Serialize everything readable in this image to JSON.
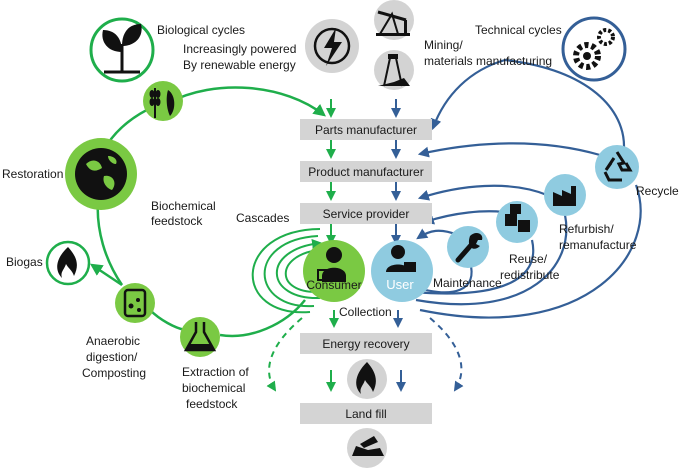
{
  "colors": {
    "green": "#1fae4b",
    "green_node": "#7ac943",
    "blue": "#345f97",
    "blue_node": "#8fcbe0",
    "gray_node": "#d3d3d3",
    "process_box": "#d4d4d4"
  },
  "labels": {
    "biological_cycles": "Biological cycles",
    "renewable_1": "Increasingly powered",
    "renewable_2": "By renewable energy",
    "technical_cycles": "Technical cycles",
    "mining_1": "Mining/",
    "mining_2": "materials manufacturing",
    "restoration": "Restoration",
    "biochemical_1": "Biochemical",
    "biochemical_2": "feedstock",
    "cascades": "Cascades",
    "biogas": "Biogas",
    "anaerobic_1": "Anaerobic",
    "anaerobic_2": "digestion/",
    "anaerobic_3": "Composting",
    "extraction_1": "Extraction of",
    "extraction_2": "biochemical",
    "extraction_3": "feedstock",
    "collection": "Collection",
    "maintenance": "Maintenance",
    "reuse_1": "Reuse/",
    "reuse_2": "redistribute",
    "refurbish_1": "Refurbish/",
    "refurbish_2": "remanufacture",
    "recycle": "Recycle",
    "consumer": "Consumer",
    "user": "User"
  },
  "process_boxes": {
    "parts_manufacturer": "Parts manufacturer",
    "product_manufacturer": "Product manufacturer",
    "service_provider": "Service provider",
    "energy_recovery": "Energy recovery",
    "land_fill": "Land fill"
  },
  "icons": {
    "plant": "sprout-icon",
    "renewable": "lightning-icon",
    "technical": "gears-icon",
    "mining": "pumpjack-icon",
    "materials": "mine-tower-icon",
    "farming": "wheat-fish-icon",
    "restoration": "globe-icon",
    "biogas": "flame-icon",
    "anaerobic": "digester-icon",
    "extraction": "flask-icon",
    "consumer": "shopping-person-icon",
    "user": "computer-user-icon",
    "maintenance": "wrench-icon",
    "reuse": "boxes-icon",
    "refurbish": "factory-icon",
    "recycle": "recycle-icon",
    "energy_recovery": "flame-icon",
    "landfill": "landfill-truck-icon"
  }
}
